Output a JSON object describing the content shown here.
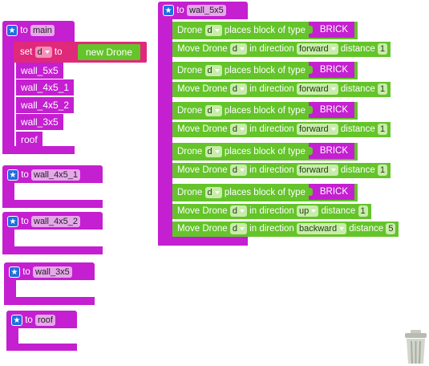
{
  "main_proc": {
    "to_label": "to",
    "name": "main",
    "set_label": "set",
    "set_var": "d",
    "set_to": "to",
    "new_drone": "new Drone",
    "calls": [
      "wall_5x5",
      "wall_4x5_1",
      "wall_4x5_2",
      "wall_3x5",
      "roof"
    ]
  },
  "small_procs": [
    {
      "to_label": "to",
      "name": "wall_4x5_1"
    },
    {
      "to_label": "to",
      "name": "wall_4x5_2"
    },
    {
      "to_label": "to",
      "name": "wall_3x5"
    },
    {
      "to_label": "to",
      "name": "roof"
    }
  ],
  "wall_proc": {
    "to_label": "to",
    "name": "wall_5x5",
    "rows": [
      {
        "kind": "place",
        "a": "Drone",
        "var": "d",
        "b": "places block of type",
        "block": "BRICK"
      },
      {
        "kind": "move",
        "a": "Move Drone",
        "var": "d",
        "b": "in direction",
        "dir": "forward",
        "c": "distance",
        "dist": "1"
      },
      {
        "kind": "place",
        "a": "Drone",
        "var": "d",
        "b": "places block of type",
        "block": "BRICK"
      },
      {
        "kind": "move",
        "a": "Move Drone",
        "var": "d",
        "b": "in direction",
        "dir": "forward",
        "c": "distance",
        "dist": "1"
      },
      {
        "kind": "place",
        "a": "Drone",
        "var": "d",
        "b": "places block of type",
        "block": "BRICK"
      },
      {
        "kind": "move",
        "a": "Move Drone",
        "var": "d",
        "b": "in direction",
        "dir": "forward",
        "c": "distance",
        "dist": "1"
      },
      {
        "kind": "place",
        "a": "Drone",
        "var": "d",
        "b": "places block of type",
        "block": "BRICK"
      },
      {
        "kind": "move",
        "a": "Move Drone",
        "var": "d",
        "b": "in direction",
        "dir": "forward",
        "c": "distance",
        "dist": "1"
      },
      {
        "kind": "place",
        "a": "Drone",
        "var": "d",
        "b": "places block of type",
        "block": "BRICK"
      },
      {
        "kind": "move",
        "a": "Move Drone",
        "var": "d",
        "b": "in direction",
        "dir": "up",
        "c": "distance",
        "dist": "1"
      },
      {
        "kind": "move",
        "a": "Move Drone",
        "var": "d",
        "b": "in direction",
        "dir": "backward",
        "c": "distance",
        "dist": "5"
      }
    ]
  },
  "icons": {
    "procedure": "star-icon",
    "delete": "trash-can-icon"
  },
  "colors": {
    "procedure": "#c41fd0",
    "drone": "#64c42a",
    "star": "#1f6fe0"
  }
}
